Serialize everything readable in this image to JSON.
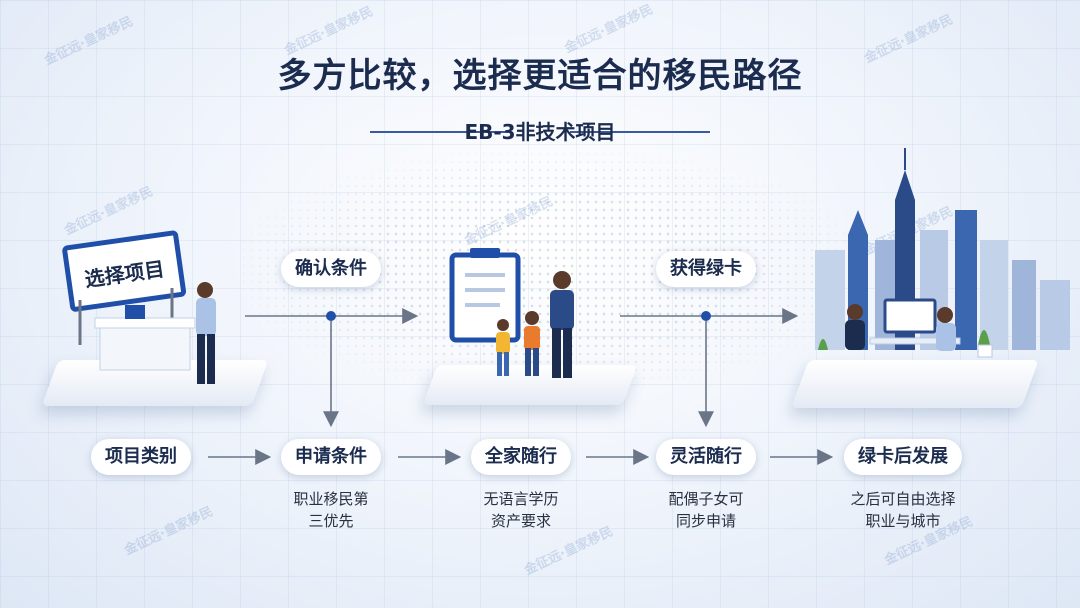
{
  "title": "多方比较，选择更适合的移民路径",
  "subtitle": "EB-3非技术项目",
  "watermark_text": "金征远·皇家移民",
  "illustrations": {
    "sign_text": "选择项目"
  },
  "top_labels": {
    "confirm": "确认条件",
    "green_card": "获得绿卡"
  },
  "steps": [
    {
      "label": "项目类别",
      "desc": ""
    },
    {
      "label": "申请条件",
      "desc": "职业移民第\n三优先"
    },
    {
      "label": "全家随行",
      "desc": "无语言学历\n资产要求"
    },
    {
      "label": "灵活随行",
      "desc": "配偶子女可\n同步申请"
    },
    {
      "label": "绿卡后发展",
      "desc": "之后可自由选择\n职业与城市"
    }
  ],
  "colors": {
    "accent": "#1f4fa8",
    "text_dark": "#1b2c4f",
    "arrow": "#6a7688"
  },
  "icons": [
    "person-at-desk-illustration",
    "family-document-illustration",
    "city-office-illustration"
  ]
}
